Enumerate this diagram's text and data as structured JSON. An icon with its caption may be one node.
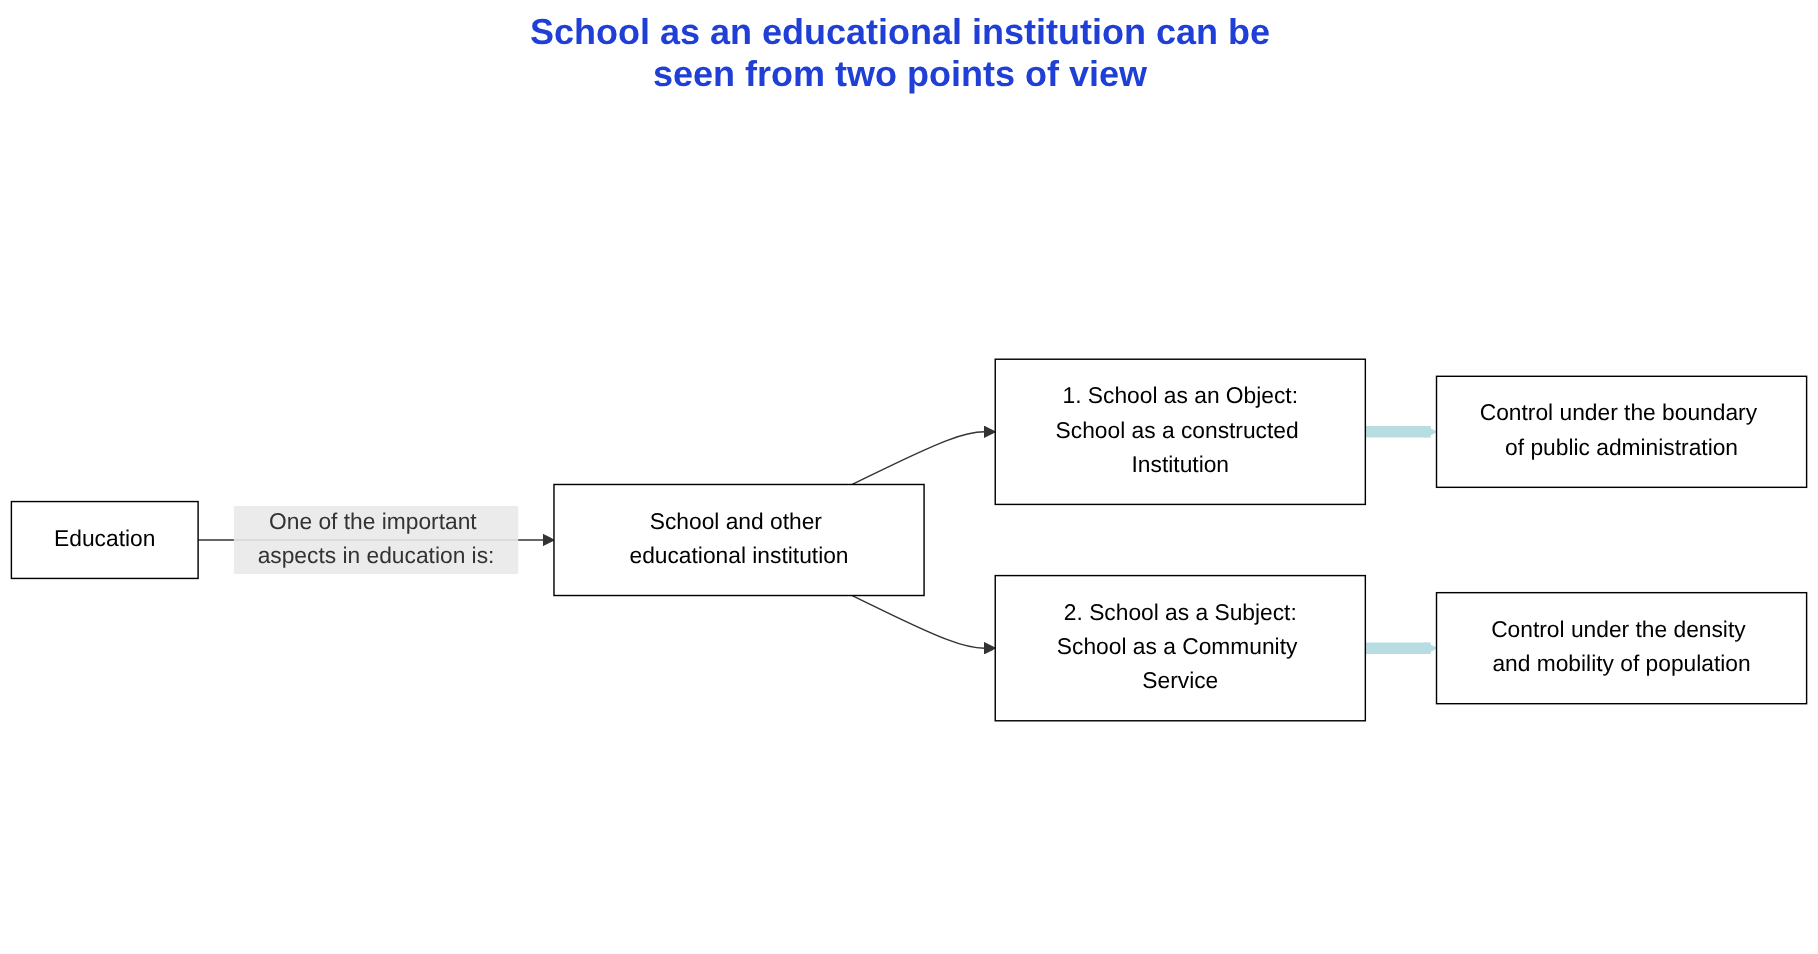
{
  "diagram": {
    "title": "School as an educational institution can be seen from two points of view",
    "nodes": [
      {
        "text": [
          "Education"
        ]
      },
      {
        "text": [
          "School and other educational institution"
        ]
      },
      {
        "text": [
          "1. School as an Object:",
          "School as a constructed Institution"
        ]
      },
      {
        "text": [
          "2. School as a Subject:",
          "School as a Community Service"
        ]
      },
      {
        "text": [
          "Control under the boundary of public administration"
        ]
      },
      {
        "text": [
          "Control under the density and mobility of population"
        ]
      }
    ],
    "edges": [
      {
        "from": 0,
        "to": 1,
        "arrow": "to",
        "label": "One of the important aspects in education is:"
      },
      {
        "from": 1,
        "to": 2,
        "arrow": "to"
      },
      {
        "from": 1,
        "to": 3,
        "arrow": "to"
      },
      {
        "from": 2,
        "to": 4,
        "arrow": "to",
        "style": "thick",
        "color": "#b7dde2"
      },
      {
        "from": 3,
        "to": 5,
        "arrow": "to",
        "style": "thick",
        "color": "#b7dde2"
      }
    ]
  }
}
